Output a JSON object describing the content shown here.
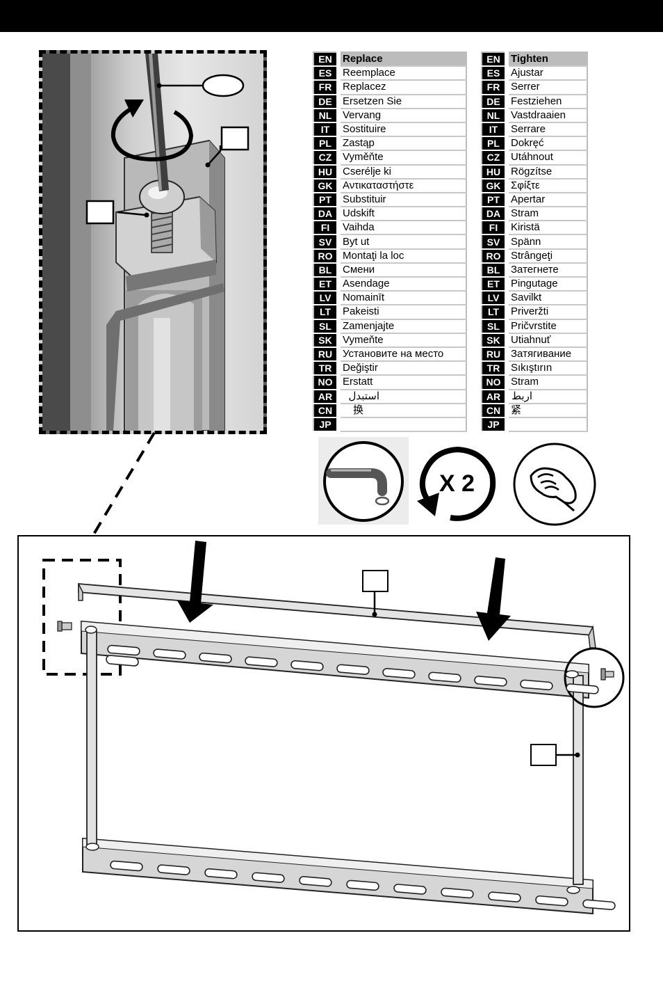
{
  "replace_table": {
    "rows": [
      {
        "code": "EN",
        "text": "Replace"
      },
      {
        "code": "ES",
        "text": "Reemplace"
      },
      {
        "code": "FR",
        "text": "Replacez"
      },
      {
        "code": "DE",
        "text": "Ersetzen Sie"
      },
      {
        "code": "NL",
        "text": "Vervang"
      },
      {
        "code": "IT",
        "text": "Sostituire"
      },
      {
        "code": "PL",
        "text": "Zastąp"
      },
      {
        "code": "CZ",
        "text": "Vyměňte"
      },
      {
        "code": "HU",
        "text": "Cserélje ki"
      },
      {
        "code": "GK",
        "text": "Αντικαταστήστε"
      },
      {
        "code": "PT",
        "text": "Substituir"
      },
      {
        "code": "DA",
        "text": "Udskift"
      },
      {
        "code": "FI",
        "text": "Vaihda"
      },
      {
        "code": "SV",
        "text": "Byt ut"
      },
      {
        "code": "RO",
        "text": "Montaţi la loc"
      },
      {
        "code": "BL",
        "text": "Смени"
      },
      {
        "code": "ET",
        "text": "Asendage"
      },
      {
        "code": "LV",
        "text": "Nomainīt"
      },
      {
        "code": "LT",
        "text": "Pakeisti"
      },
      {
        "code": "SL",
        "text": "Zamenjajte"
      },
      {
        "code": "SK",
        "text": "Vymeňte"
      },
      {
        "code": "RU",
        "text": "Установите на место"
      },
      {
        "code": "TR",
        "text": "Değiştir"
      },
      {
        "code": "NO",
        "text": "Erstatt"
      },
      {
        "code": "AR",
        "text": "استبدل"
      },
      {
        "code": "CN",
        "text": "换"
      },
      {
        "code": "JP",
        "text": ""
      }
    ]
  },
  "tighten_table": {
    "rows": [
      {
        "code": "EN",
        "text": "Tighten"
      },
      {
        "code": "ES",
        "text": "Ajustar"
      },
      {
        "code": "FR",
        "text": "Serrer"
      },
      {
        "code": "DE",
        "text": "Festziehen"
      },
      {
        "code": "NL",
        "text": "Vastdraaien"
      },
      {
        "code": "IT",
        "text": "Serrare"
      },
      {
        "code": "PL",
        "text": "Dokręć"
      },
      {
        "code": "CZ",
        "text": "Utáhnout"
      },
      {
        "code": "HU",
        "text": "Rögzítse"
      },
      {
        "code": "GK",
        "text": "Σφίξτε"
      },
      {
        "code": "PT",
        "text": "Apertar"
      },
      {
        "code": "DA",
        "text": "Stram"
      },
      {
        "code": "FI",
        "text": "Kiristä"
      },
      {
        "code": "SV",
        "text": "Spänn"
      },
      {
        "code": "RO",
        "text": "Strângeţi"
      },
      {
        "code": "BL",
        "text": "Затегнете"
      },
      {
        "code": "ET",
        "text": "Pingutage"
      },
      {
        "code": "LV",
        "text": "Savilkt"
      },
      {
        "code": "LT",
        "text": "Priveržti"
      },
      {
        "code": "SL",
        "text": "Pričvrstite"
      },
      {
        "code": "SK",
        "text": "Utiahnuť"
      },
      {
        "code": "RU",
        "text": "Затягивание"
      },
      {
        "code": "TR",
        "text": "Sıkıştırın"
      },
      {
        "code": "NO",
        "text": "Stram"
      },
      {
        "code": "AR",
        "text": "اربط"
      },
      {
        "code": "CN",
        "text": "紧"
      },
      {
        "code": "JP",
        "text": ""
      }
    ]
  },
  "icons": {
    "hex_key": "hex-key-icon",
    "rotate_count": "X 2",
    "hand_tighten": "hand-tighten-icon"
  }
}
